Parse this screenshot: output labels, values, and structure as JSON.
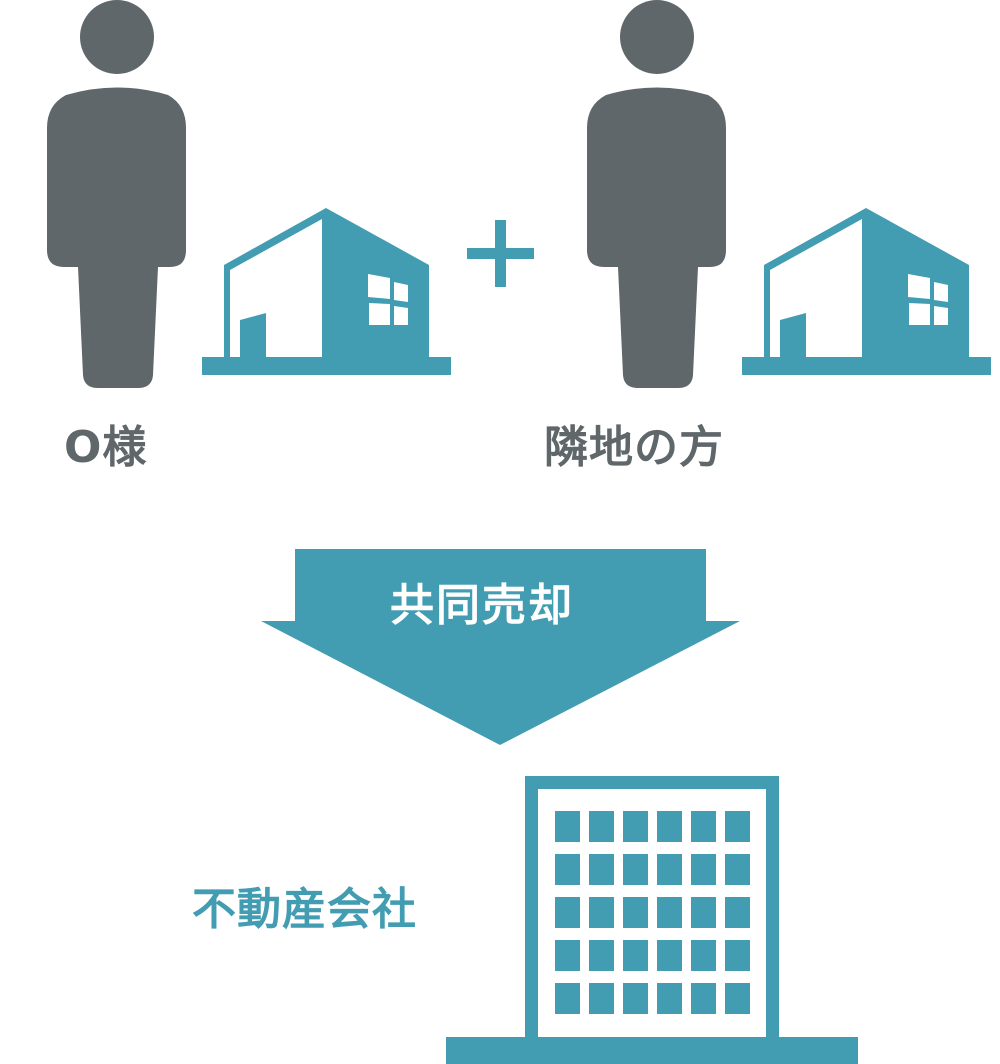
{
  "colors": {
    "person": "#5f676b",
    "accent": "#439db2",
    "background": "#ffffff",
    "arrow_text": "#ffffff"
  },
  "parties": [
    {
      "label": "O様",
      "icons": [
        "person-icon",
        "house-icon"
      ]
    },
    {
      "label": "隣地の方",
      "icons": [
        "person-icon",
        "house-icon"
      ]
    }
  ],
  "operator": {
    "symbol": "+",
    "icon": "plus-icon"
  },
  "arrow": {
    "label": "共同売却",
    "icon": "down-arrow-icon"
  },
  "result": {
    "label": "不動産会社",
    "icon": "office-building-icon",
    "window_rows": 5,
    "window_cols": 6
  }
}
